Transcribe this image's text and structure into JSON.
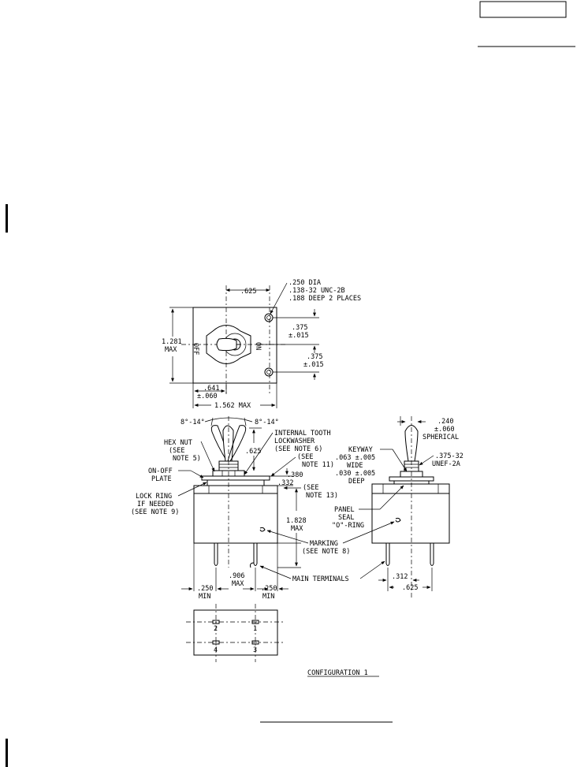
{
  "top_view": {
    "dim_625": ".625",
    "hole_note": [
      ".250 DIA",
      ".138-32 UNC-2B",
      ".188 DEEP 2 PLACES"
    ],
    "height_max": [
      "1.281",
      "MAX"
    ],
    "off_label": "OFF",
    "on_label": "ON",
    "dim_375_a": [
      ".375",
      "±.015"
    ],
    "dim_375_b": [
      ".375",
      "±.015"
    ],
    "dim_641": [
      ".641",
      "±.060"
    ],
    "width_max": "1.562 MAX"
  },
  "side_view": {
    "angle_left": "8°-14°",
    "angle_right": "8°-14°",
    "hex_nut": [
      "HEX NUT",
      "(SEE",
      "NOTE 5)"
    ],
    "lockwasher": [
      "INTERNAL TOOTH",
      "LOCKWASHER",
      "(SEE NOTE 6)"
    ],
    "dim_625": ".625",
    "see_note_11": [
      "(SEE",
      "NOTE 11)"
    ],
    "on_off_plate": [
      "ON-OFF",
      "PLATE"
    ],
    "dim_380_332": [
      ".380",
      ".332"
    ],
    "lock_ring": [
      "LOCK RING",
      "IF NEEDED",
      "(SEE NOTE 9)"
    ],
    "see_note_13": [
      "(SEE",
      "NOTE 13)"
    ],
    "height_max": [
      "1.828",
      "MAX"
    ],
    "marking": [
      "MARKING",
      "(SEE NOTE 8)"
    ],
    "main_terminals": "MAIN TERMINALS",
    "dim_250_left": [
      ".250",
      "MIN"
    ],
    "dim_906": [
      ".906",
      "MAX"
    ],
    "dim_250_right": [
      ".250",
      "MIN"
    ]
  },
  "end_view": {
    "dim_240": [
      ".240",
      "±.060",
      "SPHERICAL"
    ],
    "keyway": [
      "KEYWAY",
      ".063 ±.005",
      "WIDE",
      ".030 ±.005",
      "DEEP"
    ],
    "thread": [
      ".375-32",
      "UNEF-2A"
    ],
    "panel_seal": [
      "PANEL",
      "SEAL",
      "\"O\"-RING"
    ],
    "dim_312": ".312",
    "dim_625": ".625"
  },
  "bottom_view": {
    "terminals": [
      "2",
      "1",
      "4",
      "3"
    ]
  },
  "caption": "CONFIGURATION 1"
}
